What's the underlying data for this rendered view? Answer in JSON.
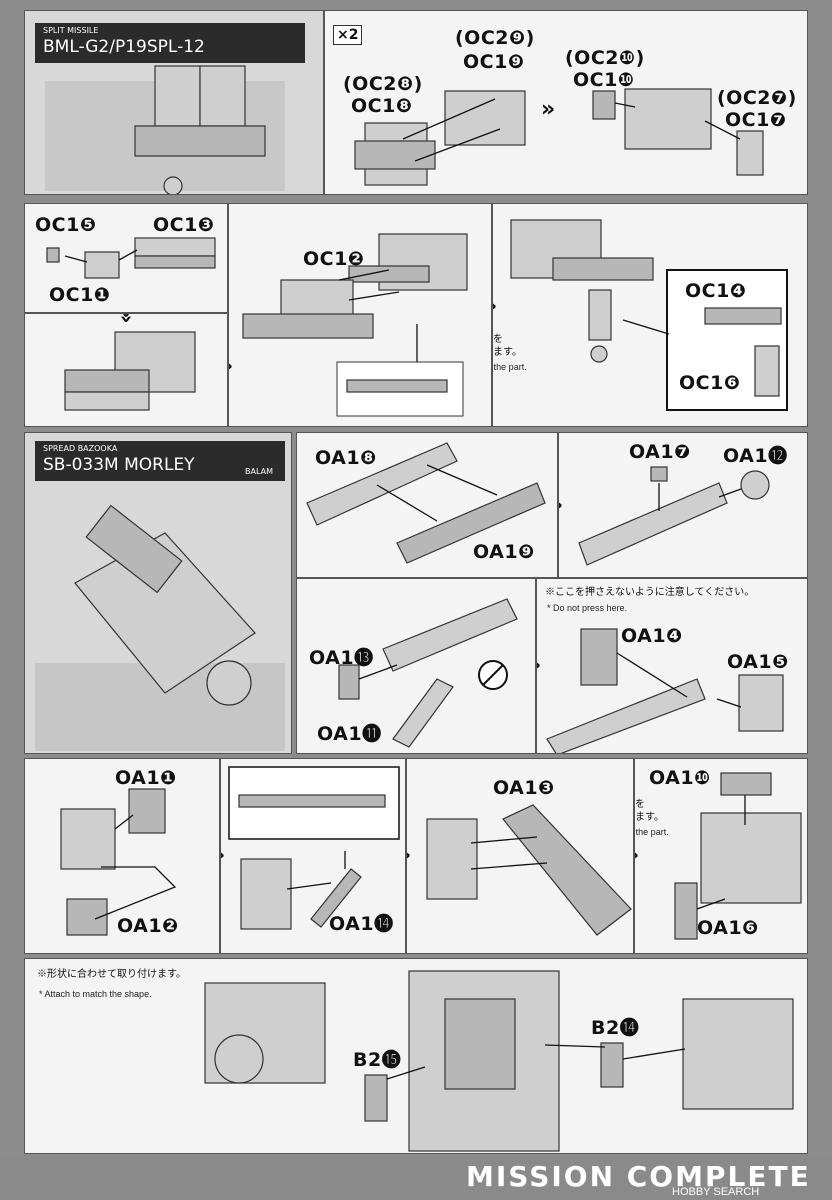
{
  "top_block": {
    "category": "SPLIT MISSILE",
    "title": "BML-G2/P19SPL-12",
    "multiplier": "×2",
    "labels": {
      "oc28": "(OC2❽)",
      "oc18": "OC1❽",
      "oc29": "(OC2❾)",
      "oc19": "OC1❾",
      "oc210": "(OC2❿)",
      "oc110": "OC1❿",
      "oc27": "(OC2❼)",
      "oc17": "OC1❼"
    }
  },
  "second_block": {
    "labels": {
      "oc15": "OC1❺",
      "oc13": "OC1❸",
      "oc11": "OC1❶",
      "oc12": "OC1❷",
      "oc14": "OC1❹",
      "oc16": "OC1❻"
    },
    "turn_jp": "向きを\nかえます。",
    "turn_en": "Turn the part."
  },
  "bazooka_block": {
    "category": "SPREAD BAZOOKA",
    "title": "SB-033M MORLEY",
    "brand": "BALAM",
    "labels": {
      "oa18": "OA1❽",
      "oa19": "OA1❾",
      "oa17": "OA1❼",
      "oa112": "OA1⓬",
      "oa113": "OA1⓭",
      "oa111": "OA1⓫",
      "oa14": "OA1❹",
      "oa15": "OA1❺"
    },
    "note_jp": "※ここを押さえないように注意してください。",
    "note_en": "* Do not press here."
  },
  "fourth_block": {
    "labels": {
      "oa11": "OA1❶",
      "oa12": "OA1❷",
      "oa114": "OA1⓮",
      "oa13": "OA1❸",
      "oa110": "OA1❿",
      "oa16": "OA1❻"
    },
    "turn_jp": "向きを\nかえます。",
    "turn_en": "Turn the part."
  },
  "final_block": {
    "note_jp": "※形状に合わせて取り付けます。",
    "note_en": "* Attach to match the shape.",
    "labels": {
      "b215": "B2⓯",
      "b214": "B2⓮"
    }
  },
  "footer": {
    "complete": "MISSION COMPLETE",
    "watermark": "HOBBY SEARCH"
  }
}
